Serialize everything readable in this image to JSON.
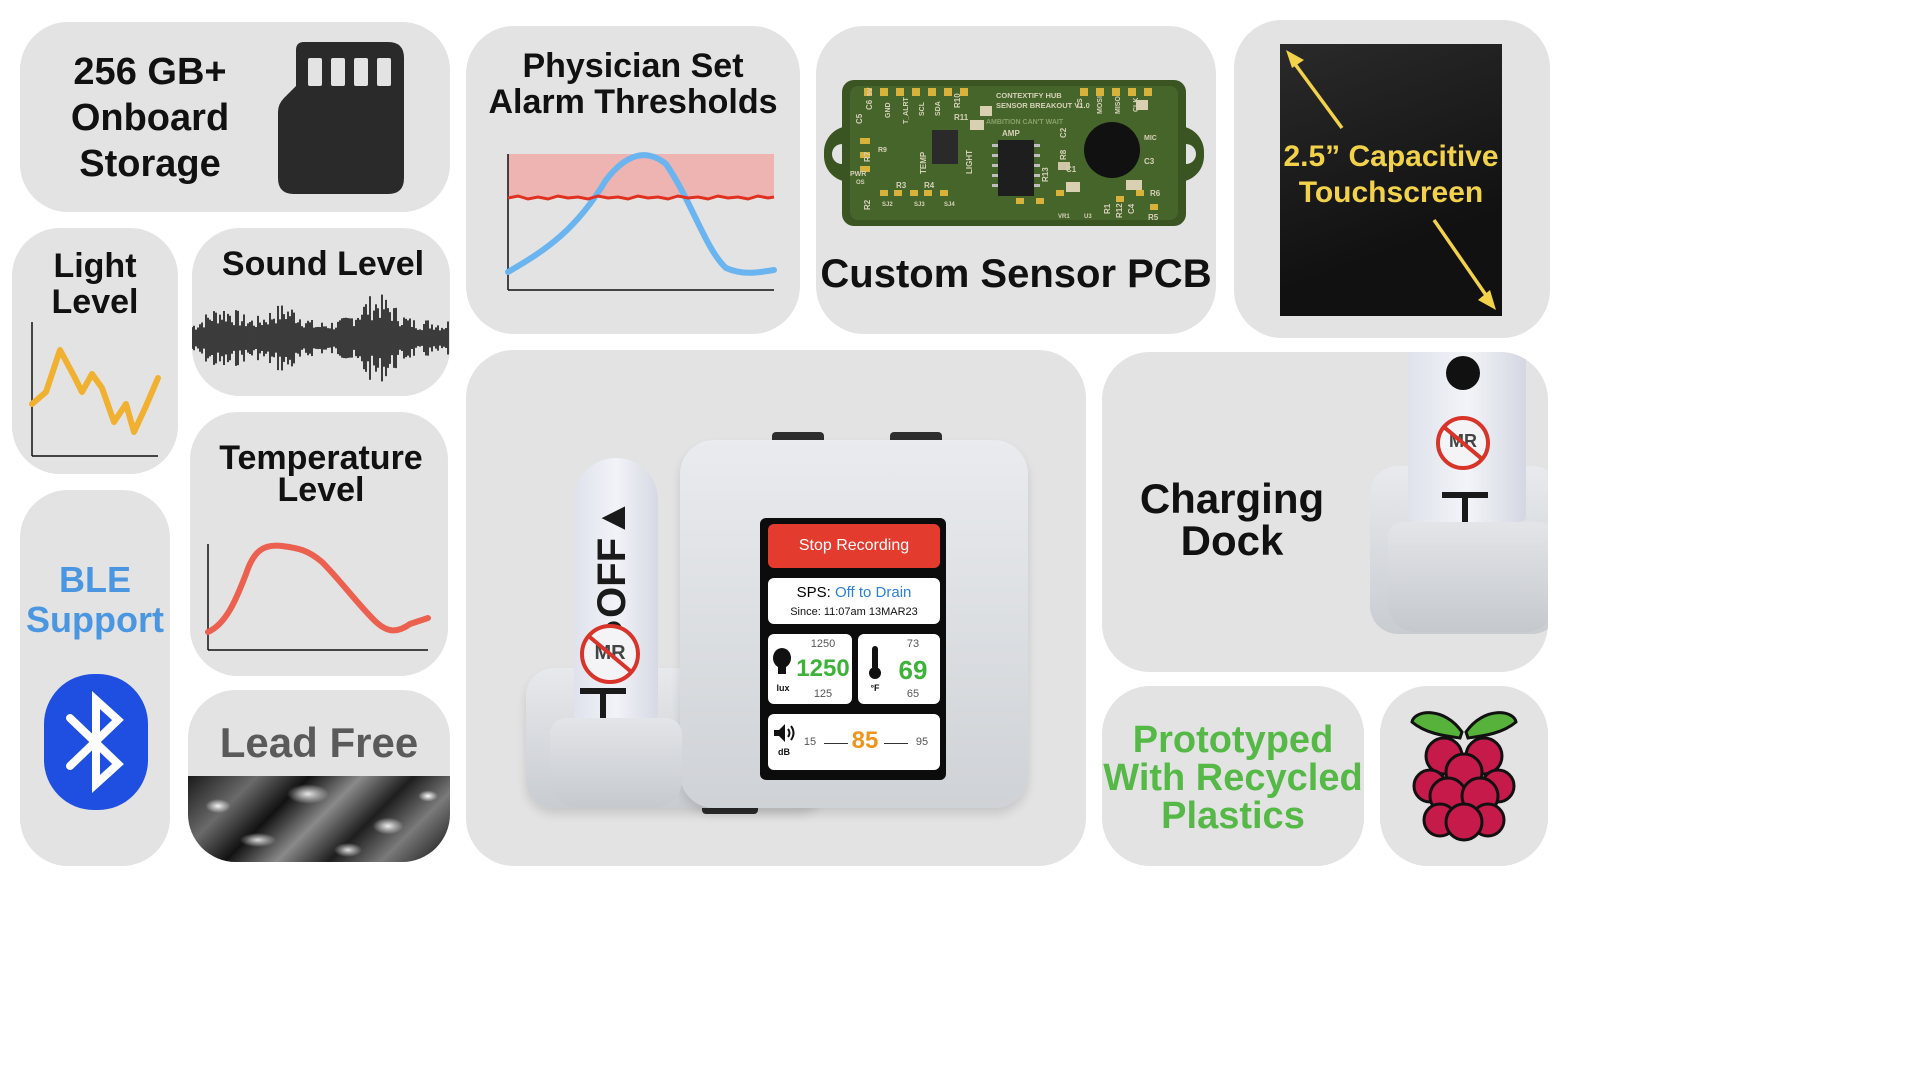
{
  "tiles": {
    "storage": {
      "line1": "256 GB+",
      "line2": "Onboard",
      "line3": "Storage",
      "icon": "sd-card-icon"
    },
    "alarm": {
      "line1": "Physician Set",
      "line2": "Alarm Thresholds"
    },
    "pcb": {
      "title": "Custom Sensor PCB",
      "board_header1": "CONTEXTIFY HUB",
      "board_header2": "SENSOR BREAKOUT V1.0",
      "board_motto": "AMBITION CAN'T WAIT",
      "silk": {
        "c5": "C5",
        "c6": "C6",
        "sv": "5V",
        "gnd": "GND",
        "talrt": "T_ALRT",
        "scl": "SCL",
        "sda": "SDA",
        "r10": "R10",
        "r11": "R11",
        "r7": "R7",
        "pwr": "PWR",
        "r2": "R2",
        "r3": "R3",
        "r4": "R4",
        "temp": "TEMP",
        "light": "LIGHT",
        "amp": "AMP",
        "c2": "C2",
        "r8": "R8",
        "c1": "C1",
        "r13": "R13",
        "cs": "CS",
        "mosi": "MOSI",
        "miso": "MISO",
        "clk": "CLK",
        "mic": "MIC",
        "c3": "C3",
        "r6": "R6",
        "r5": "R5",
        "r1": "R1",
        "r12": "R12",
        "c4": "C4",
        "vr1": "VR1",
        "u3": "U3",
        "sj2": "SJ2",
        "sj3": "SJ3",
        "sj4": "SJ4",
        "os": "OS",
        "r9": "R9"
      }
    },
    "touchscreen": {
      "line1": "2.5” Capacitive",
      "line2": "Touchscreen"
    },
    "light": {
      "line1": "Light",
      "line2": "Level"
    },
    "sound": {
      "title": "Sound Level"
    },
    "temperature": {
      "line1": "Temperature",
      "line2": "Level"
    },
    "ble": {
      "line1": "BLE",
      "line2": "Support",
      "icon": "bluetooth-icon"
    },
    "lead_free": {
      "title": "Lead Free"
    },
    "charging": {
      "line1": "Charging",
      "line2": "Dock"
    },
    "recycled": {
      "line1": "Prototyped",
      "line2": "With Recycled",
      "line3": "Plastics"
    },
    "raspberry": {
      "icon": "raspberry-pi-logo-icon"
    }
  },
  "device": {
    "stop_button": "Stop Recording",
    "status_label": "SPS:",
    "status_value": "Off to Drain",
    "since": "Since: 11:07am 13MAR23",
    "light": {
      "max": "1250",
      "value": "1250",
      "min": "125",
      "unit": "lux"
    },
    "temp": {
      "max": "73",
      "value": "69",
      "min": "65",
      "unit": "°F"
    },
    "sound": {
      "min": "15",
      "value": "85",
      "max": "95",
      "unit": "dB"
    },
    "stick_label": "●OFF▲",
    "badge": "MR"
  },
  "colors": {
    "tile_bg": "#e3e3e3",
    "stop_red": "#e33b2e",
    "value_green": "#3db33a",
    "value_orange": "#f0941d",
    "status_blue": "#2f7fd6",
    "ble_blue": "#4a96e0",
    "bluetooth_badge": "#1f4fe0",
    "recycled_green": "#55b847",
    "touch_yellow": "#f3d24b",
    "light_curve": "#f0b030",
    "temp_curve": "#ec6050",
    "alarm_curve": "#6ab4f0",
    "threshold_red": "#e03020",
    "pcb_green": "#3a5422"
  }
}
